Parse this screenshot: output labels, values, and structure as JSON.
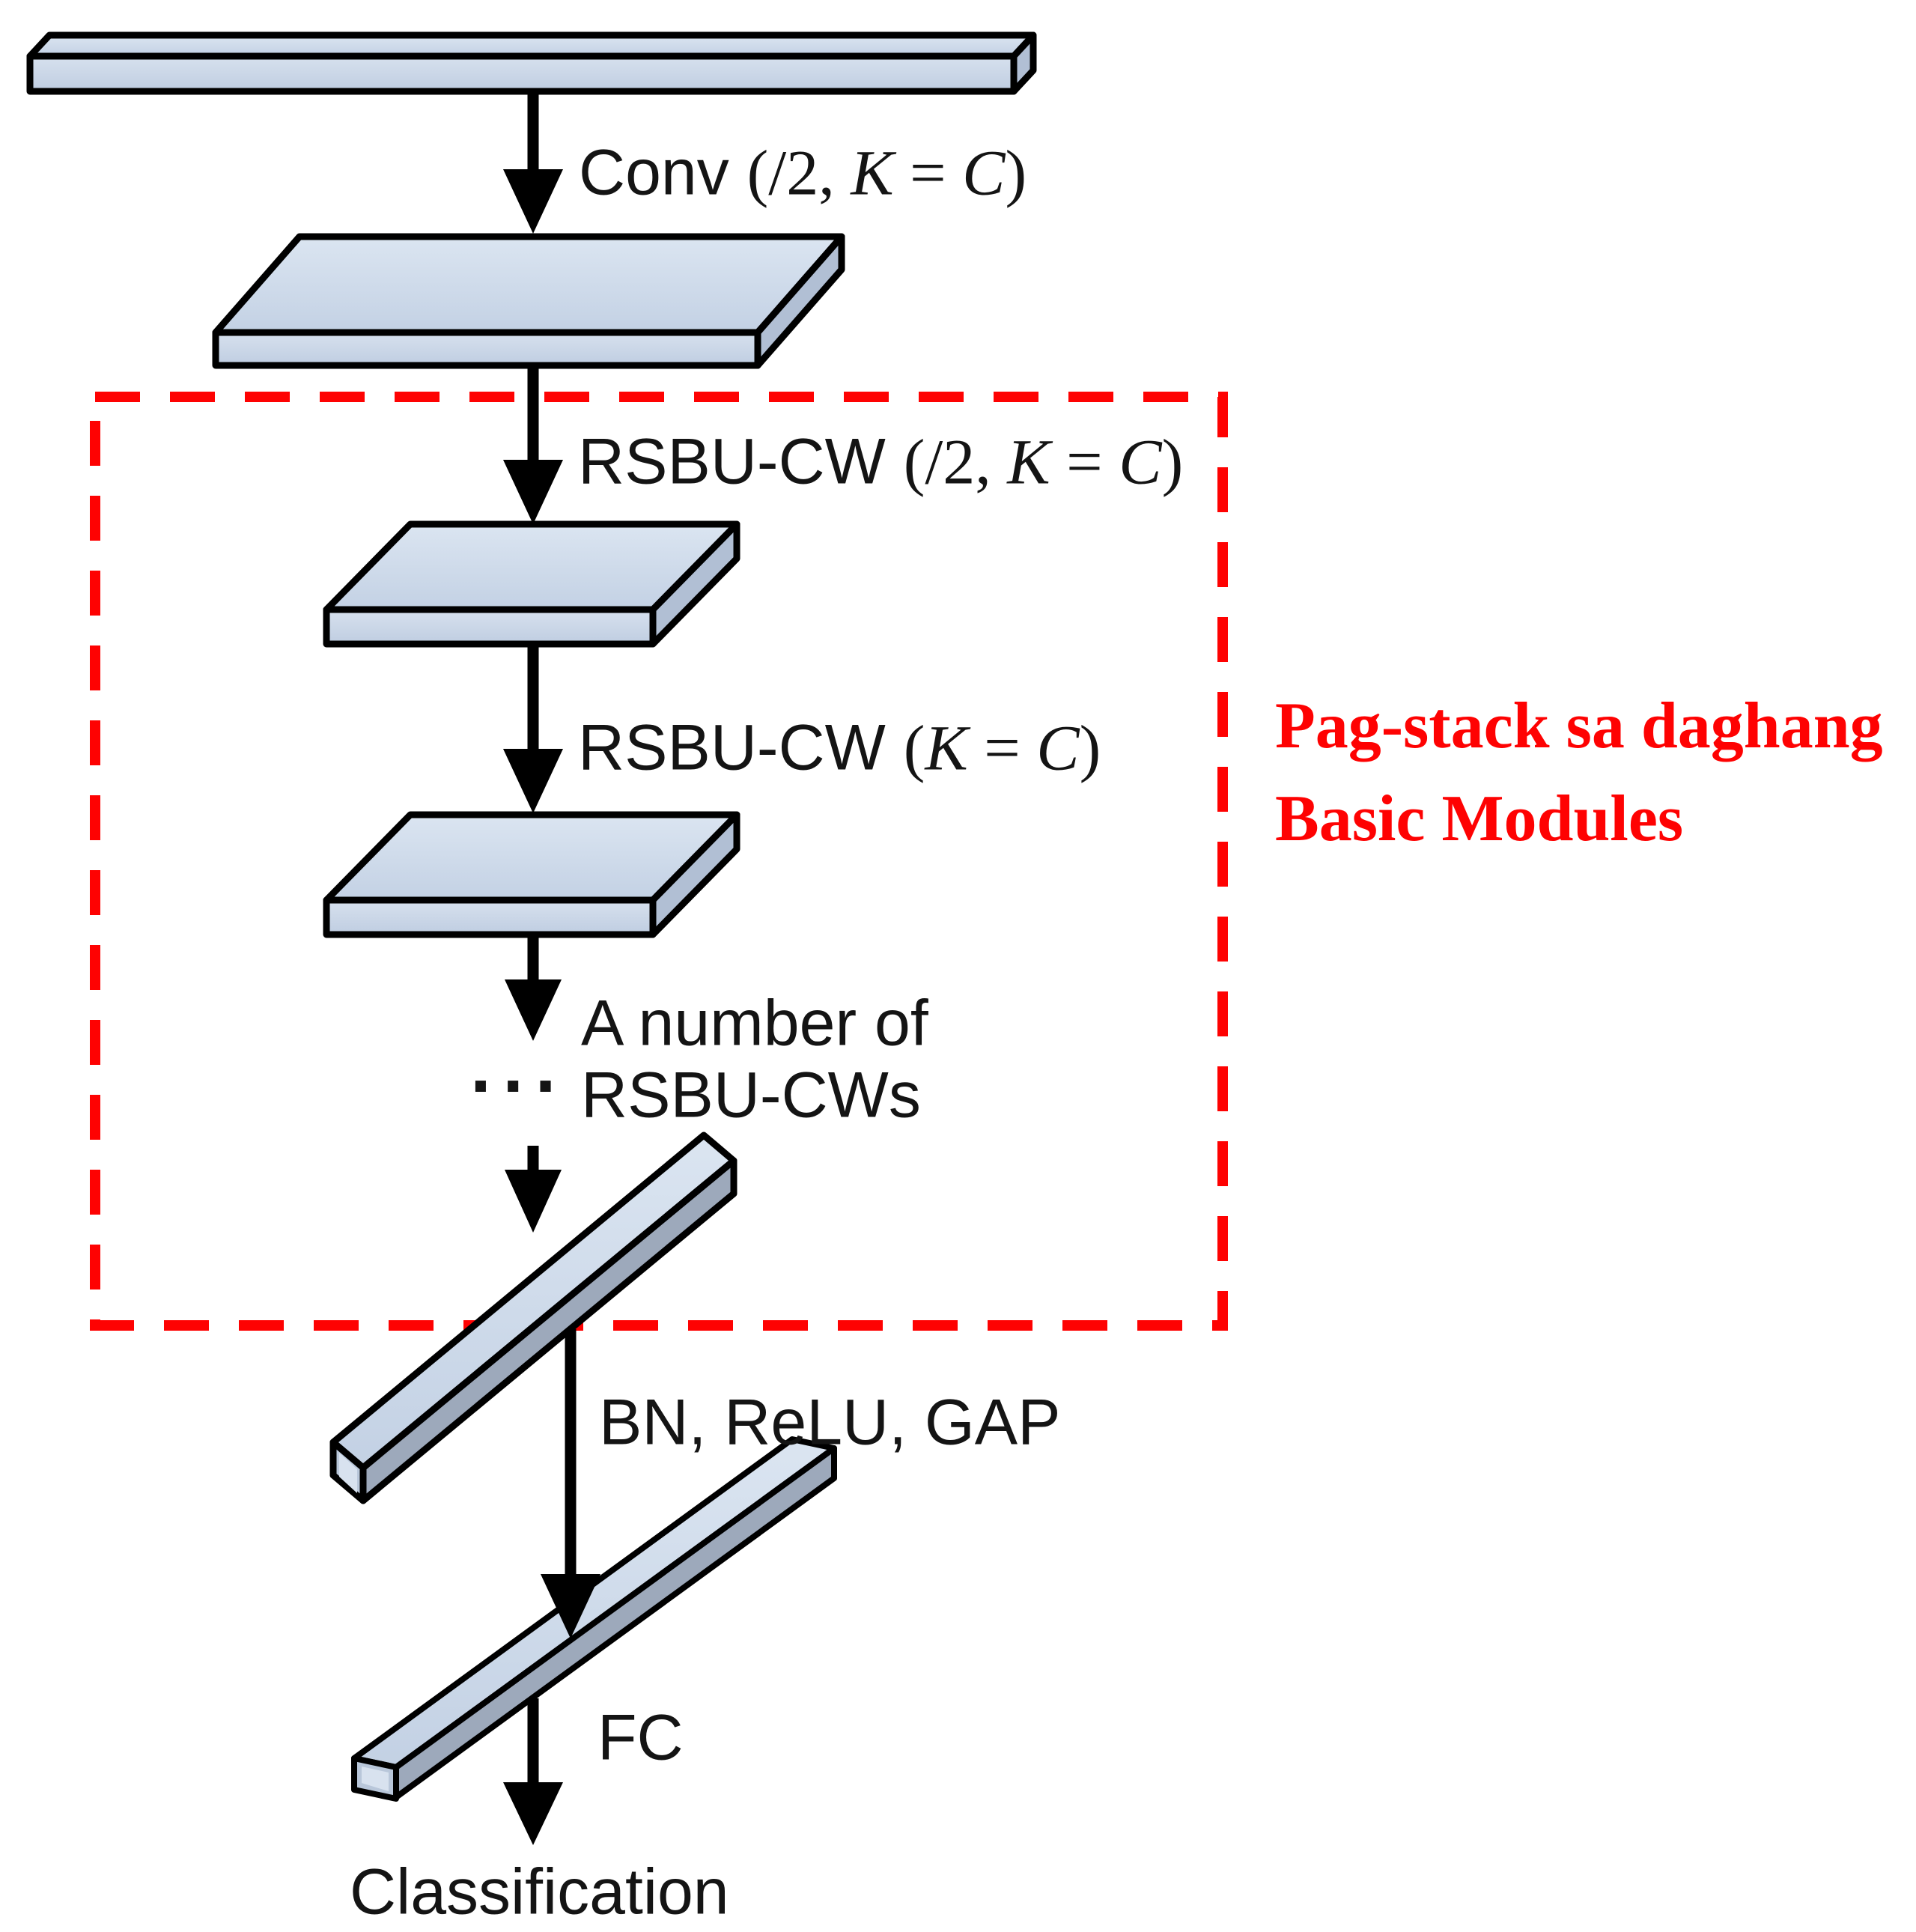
{
  "figure": {
    "type": "neural-network-flow-diagram",
    "background": "#ffffff"
  },
  "colors": {
    "outline": "#000000",
    "text": "#141414",
    "red": "#fe0202",
    "slab_top_light": "#dbe5f1",
    "slab_top": "#c3d1e4",
    "slab_front_light": "#d7e1ee",
    "slab_front": "#bfcde1",
    "slab_side": "#b1bfd4",
    "bar_side_gray": "#9da9bb",
    "bar_cap": "#b9c7da",
    "bar_cap_inner": "#d8e2ef"
  },
  "shapes": {
    "input_bar": "thin-3d-bar",
    "conv_slab": "flat-3d-slab-large",
    "rsbu_slab_1": "flat-3d-slab",
    "rsbu_slab_2": "flat-3d-slab",
    "gap_bar": "diagonal-3d-bar-thick",
    "fc_bar": "diagonal-3d-bar-thin",
    "module_region": "red-dashed-rectangle"
  },
  "labels": {
    "conv": {
      "fn": "Conv ",
      "open": "(/2, ",
      "k": "K",
      "eq": " = ",
      "c": "C",
      "close": ")"
    },
    "rsbu_stride": {
      "fn": "RSBU-CW ",
      "open": "(/2, ",
      "k": "K",
      "eq": " = ",
      "c": "C",
      "close": ")"
    },
    "rsbu": {
      "fn": "RSBU-CW ",
      "open": "(",
      "k": "K",
      "eq": " = ",
      "c": "C",
      "close": ")"
    },
    "more_line1": "A number of",
    "more_dots": "···",
    "more_line2": "RSBU-CWs",
    "bn_relu_gap": "BN, ReLU, GAP",
    "fc": "FC",
    "classification": "Classification"
  },
  "annotation": {
    "line1": "Pag-stack sa daghang",
    "line2": "Basic Modules"
  }
}
